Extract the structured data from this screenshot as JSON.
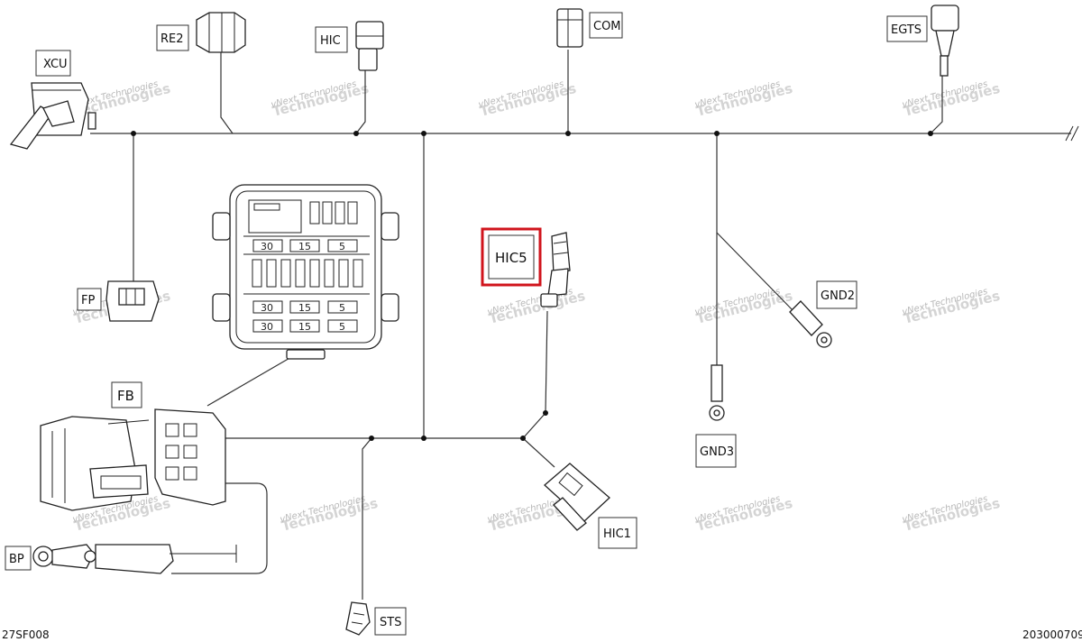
{
  "connectors": {
    "xcu": "XCU",
    "re2": "RE2",
    "hic": "HIC",
    "com": "COM",
    "egts": "EGTS",
    "hic5": "HIC5",
    "gnd2": "GND2",
    "gnd3": "GND3",
    "fb": "FB",
    "hic1": "HIC1",
    "bp": "BP",
    "sts": "STS",
    "fp": "FP"
  },
  "fuse_box": {
    "fuses": [
      "30",
      "15",
      "5",
      "30",
      "15",
      "5",
      "30",
      "15",
      "5"
    ]
  },
  "highlight": {
    "target": "HIC5",
    "color": "#d0141c"
  },
  "watermark": {
    "line1": "vNext Technologies",
    "line2": "Technologies"
  },
  "footer": {
    "left_code": "27SF008",
    "right_code": "203000709"
  }
}
